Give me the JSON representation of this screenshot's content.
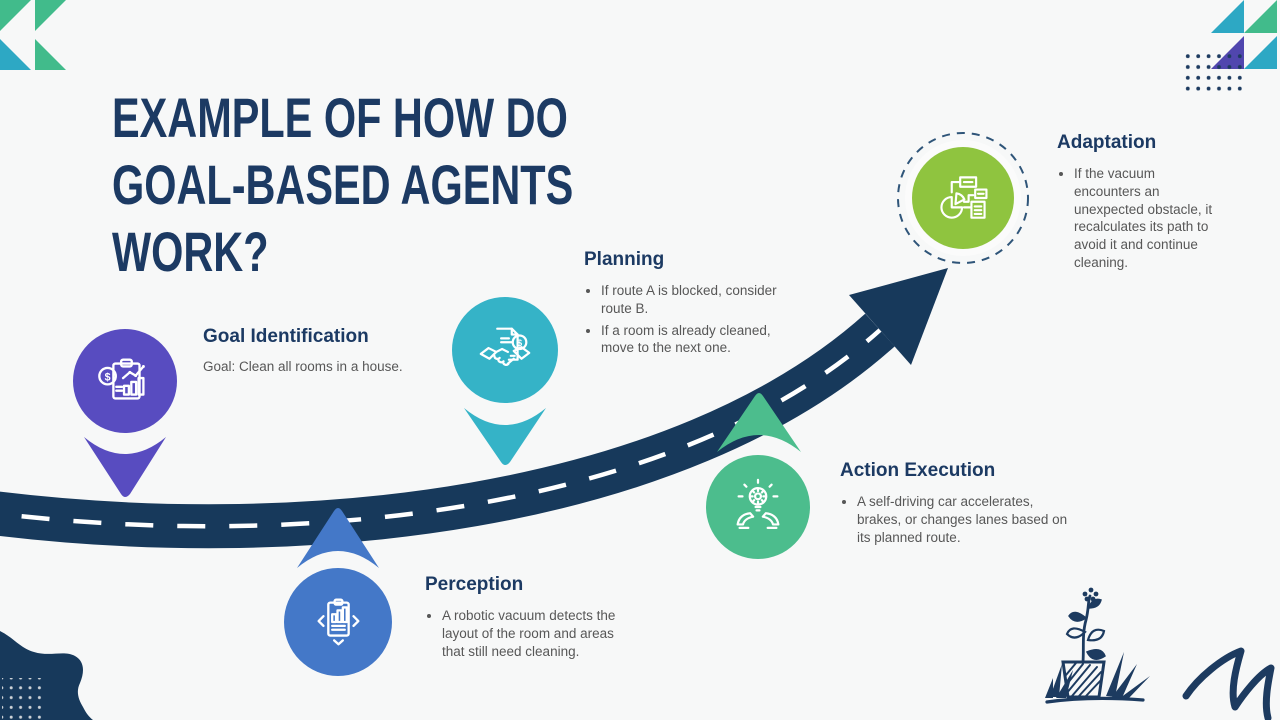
{
  "title": {
    "lines": [
      "EXAMPLE OF HOW DO",
      "GOAL-BASED AGENTS",
      "WORK?"
    ]
  },
  "stages": [
    {
      "name": "Goal Identification",
      "icon": "clipboard-analytics-icon",
      "color": "#584CC0",
      "pin_direction": "down",
      "description": "Goal: Clean all rooms in a house.",
      "bullets": []
    },
    {
      "name": "Perception",
      "icon": "clipboard-data-icon",
      "color": "#4478C8",
      "pin_direction": "up",
      "bullets": [
        "A robotic vacuum detects the layout of the room and areas that still need cleaning."
      ]
    },
    {
      "name": "Planning",
      "icon": "agreement-dollar-icon",
      "color": "#35B3C7",
      "pin_direction": "down",
      "bullets": [
        "If route A is blocked, consider route B.",
        "If a room is already cleaned, move to the next one."
      ]
    },
    {
      "name": "Action Execution",
      "icon": "hands-idea-icon",
      "color": "#4CBD8D",
      "pin_direction": "up",
      "bullets": [
        "A self-driving car accelerates, brakes, or changes lanes based on its planned route."
      ]
    },
    {
      "name": "Adaptation",
      "icon": "pie-report-icon",
      "color": "#8FC43F",
      "pin_direction": "none",
      "bullets": [
        "If the vacuum encounters an unexpected obstacle, it recalculates its path to avoid it and continue cleaning."
      ]
    }
  ],
  "colors": {
    "background": "#F7F8F8",
    "road": "#17395B",
    "road_dash": "#FFFFFF",
    "heading": "#1C3A63",
    "body_text": "#575757",
    "accent_green": "#41BB8B",
    "accent_teal": "#2DA8C4",
    "accent_purple": "#5046AE",
    "dot_navy": "#1D3B60",
    "dot_light": "#CDD3D8",
    "dashed_ring": "#2F5579"
  }
}
